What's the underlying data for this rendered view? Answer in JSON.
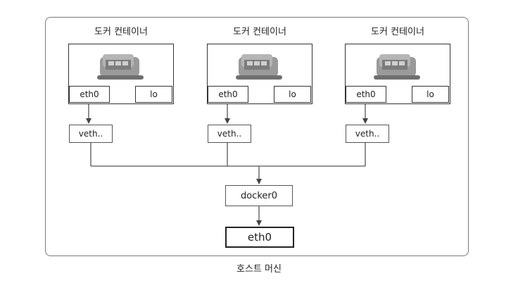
{
  "containers": [
    {
      "title": "도커 컨테이너",
      "eth": "eth0",
      "lo": "lo",
      "veth": "veth.."
    },
    {
      "title": "도커 컨테이너",
      "eth": "eth0",
      "lo": "lo",
      "veth": "veth.."
    },
    {
      "title": "도커 컨테이너",
      "eth": "eth0",
      "lo": "lo",
      "veth": "veth.."
    }
  ],
  "bridge_label": "docker0",
  "host_eth_label": "eth0",
  "host_label": "호스트 머신",
  "icon": "docker-whale-icon",
  "colors": {
    "border": "#333333",
    "host_border": "#7a7a7a",
    "whale": "#8a8a8a"
  }
}
